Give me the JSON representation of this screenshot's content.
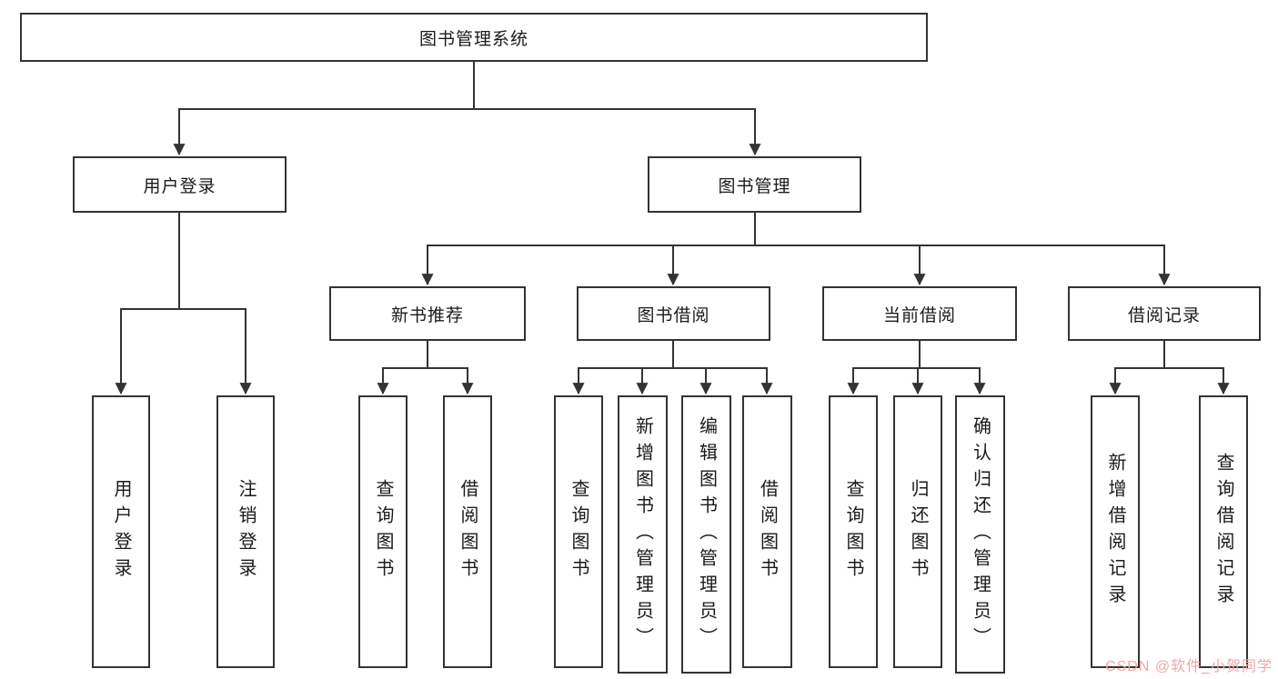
{
  "diagram_title": "图书管理系统",
  "watermark": "CSDN @软件_小贺同学",
  "colors": {
    "border": "#333333",
    "line": "#333333",
    "text": "#1a1a1a",
    "watermark": "#f2a6a6",
    "background": "#ffffff"
  },
  "chart_type": "hierarchy-diagram",
  "nodes": {
    "root": "图书管理系统",
    "user_login": "用户登录",
    "book_management": "图书管理",
    "login_children": [
      "用户登录",
      "注销登录"
    ],
    "new_book": "新书推荐",
    "borrow": "图书借阅",
    "current": "当前借阅",
    "records": "借阅记录",
    "new_book_children": [
      "查询图书",
      "借阅图书"
    ],
    "borrow_children": [
      "查询图书",
      "新增图书（管理员）",
      "编辑图书（管理员）",
      "借阅图书"
    ],
    "current_children": [
      "查询图书",
      "归还图书",
      "确认归还（管理员）"
    ],
    "records_children": [
      "新增借阅记录",
      "查询借阅记录"
    ]
  }
}
